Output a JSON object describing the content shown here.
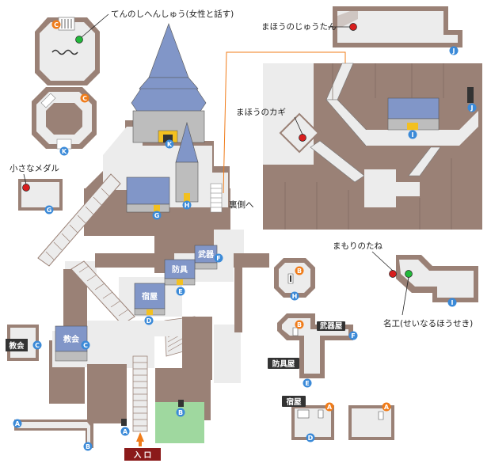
{
  "colors": {
    "wall": "#9a8176",
    "floor": "#ececec",
    "roof": "#8196c8",
    "door": "#f3c020",
    "marker_blue": "#3b8ad8",
    "marker_orange": "#f07c1a",
    "treasure": "#d81e1e",
    "npc": "#22b83a",
    "entrance": "#8b1a1a",
    "grass": "#9fd89f",
    "path_line": "#f07c1a"
  },
  "labels": {
    "tenshi": "てんのしへんしゅう(女性と話す)",
    "jutan": "まほうのじゅうたん",
    "kagi": "まほうのカギ",
    "medal": "小さなメダル",
    "uragawa": "裏側へ",
    "tane": "まもりのたね",
    "meiko": "名工(せいなるほうせき)"
  },
  "buildings": {
    "bugu": "武器",
    "bogu": "防具",
    "yado": "宿屋",
    "kyokai": "教会",
    "kyokai_box": "教会",
    "bukiya": "武器屋",
    "boguya": "防具屋",
    "yadoya": "宿屋"
  },
  "entrance_label": "入 口",
  "markers": {
    "A": "A",
    "B": "B",
    "C": "C",
    "D": "D",
    "E": "E",
    "F": "F",
    "G": "G",
    "H": "H",
    "I": "I",
    "J": "J",
    "K": "K"
  }
}
